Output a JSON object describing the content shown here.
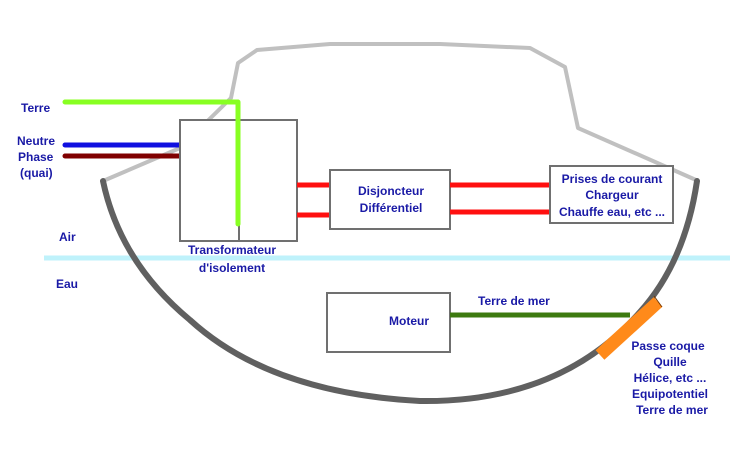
{
  "labels": {
    "terre": "Terre",
    "neutre": "Neutre",
    "phase": "Phase",
    "quai": "(quai)",
    "air": "Air",
    "eau": "Eau",
    "transformateur_line1": "Transformateur",
    "transformateur_line2": "d'isolement",
    "disjoncteur_line1": "Disjoncteur",
    "disjoncteur_line2": "Différentiel",
    "prises_line1": "Prises de courant",
    "prises_line2": "Chargeur",
    "prises_line3": "Chauffe eau, etc ...",
    "moteur": "Moteur",
    "terre_de_mer": "Terre de mer",
    "passe_line1": "Passe coque",
    "passe_line2": "Quille",
    "passe_line3": "Hélice, etc ...",
    "passe_line4": "Equipotentiel",
    "passe_line5": "Terre de mer"
  },
  "colors": {
    "label_text": "#1a1aa6",
    "earth_wire": "#88ff22",
    "neutral_wire": "#1010e0",
    "phase_wire": "#800000",
    "live_wire": "#ff1010",
    "sea_earth_wire": "#3d7a10",
    "waterline": "#bff2fb",
    "hull_outline": "#606060",
    "cabin_outline": "#c0c0c0",
    "hull_fitting": "#ff8a1a"
  }
}
